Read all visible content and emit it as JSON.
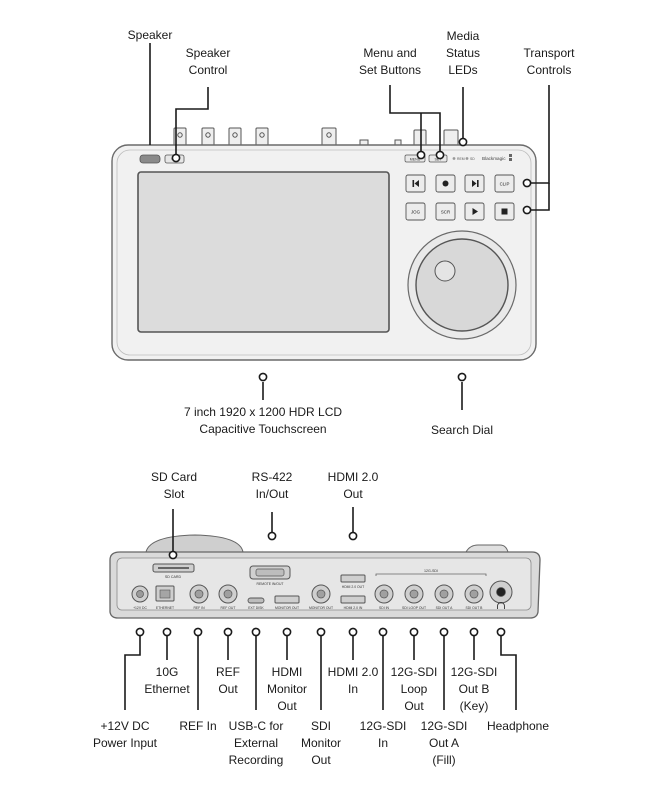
{
  "device_labels": {
    "sd_slot": "SD CARD",
    "remote": "REMOTE IN/OUT",
    "hdmi_out": "HDMI 2.0 OUT",
    "group_12g": "12G-SDI",
    "power": "+12V DC",
    "ethernet": "ETHERNET",
    "ref_in": "REF IN",
    "ref_out": "REF OUT",
    "ext_disk": "EXT DISK",
    "monitor_out_hdmi": "MONITOR OUT",
    "monitor_out_sdi": "MONITOR OUT",
    "hdmi_in": "HDMI 2.0 IN",
    "sdi_in": "SDI IN",
    "sdi_loop": "SDI LOOP OUT",
    "sdi_out_a": "SDI OUT A",
    "sdi_out_b": "SDI OUT B",
    "menu_btn": "MENU",
    "set_btn": "SET",
    "clip_btn": "CLIP",
    "jog_btn": "JOG",
    "scr_btn": "SCR",
    "led_a": "REM",
    "led_b": "SD",
    "brand": "Blackmagic"
  },
  "callouts": {
    "speaker": "Speaker",
    "speaker_control": "Speaker\nControl",
    "menu_set": "Menu and\nSet Buttons",
    "media_leds": "Media\nStatus\nLEDs",
    "transport": "Transport\nControls",
    "lcd": "7 inch 1920 x 1200 HDR LCD\nCapacitive Touchscreen",
    "search_dial": "Search Dial",
    "sd_card": "SD Card\nSlot",
    "rs422": "RS-422\nIn/Out",
    "hdmi20_out": "HDMI 2.0\nOut",
    "power_input": "+12V DC\nPower Input",
    "ethernet": "10G\nEthernet",
    "ref_in": "REF In",
    "ref_out": "REF\nOut",
    "usbc": "USB-C for\nExternal\nRecording",
    "hdmi_monitor": "HDMI\nMonitor\nOut",
    "sdi_monitor": "SDI\nMonitor\nOut",
    "hdmi20_in": "HDMI 2.0\nIn",
    "sdi_in": "12G-SDI\nIn",
    "sdi_loop": "12G-SDI\nLoop\nOut",
    "sdi_out_a": "12G-SDI\nOut A\n(Fill)",
    "sdi_out_b": "12G-SDI\nOut B\n(Key)",
    "headphone": "Headphone"
  }
}
